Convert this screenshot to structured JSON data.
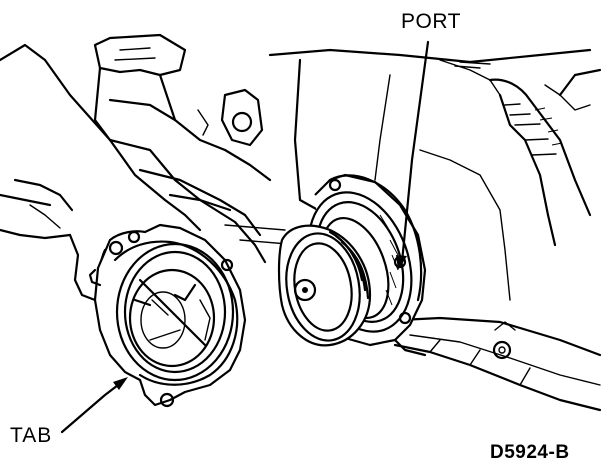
{
  "labels": {
    "port": "PORT",
    "tab": "TAB",
    "figure_code": "D5924-B"
  },
  "colors": {
    "ink": "#000000",
    "paper": "#ffffff"
  }
}
